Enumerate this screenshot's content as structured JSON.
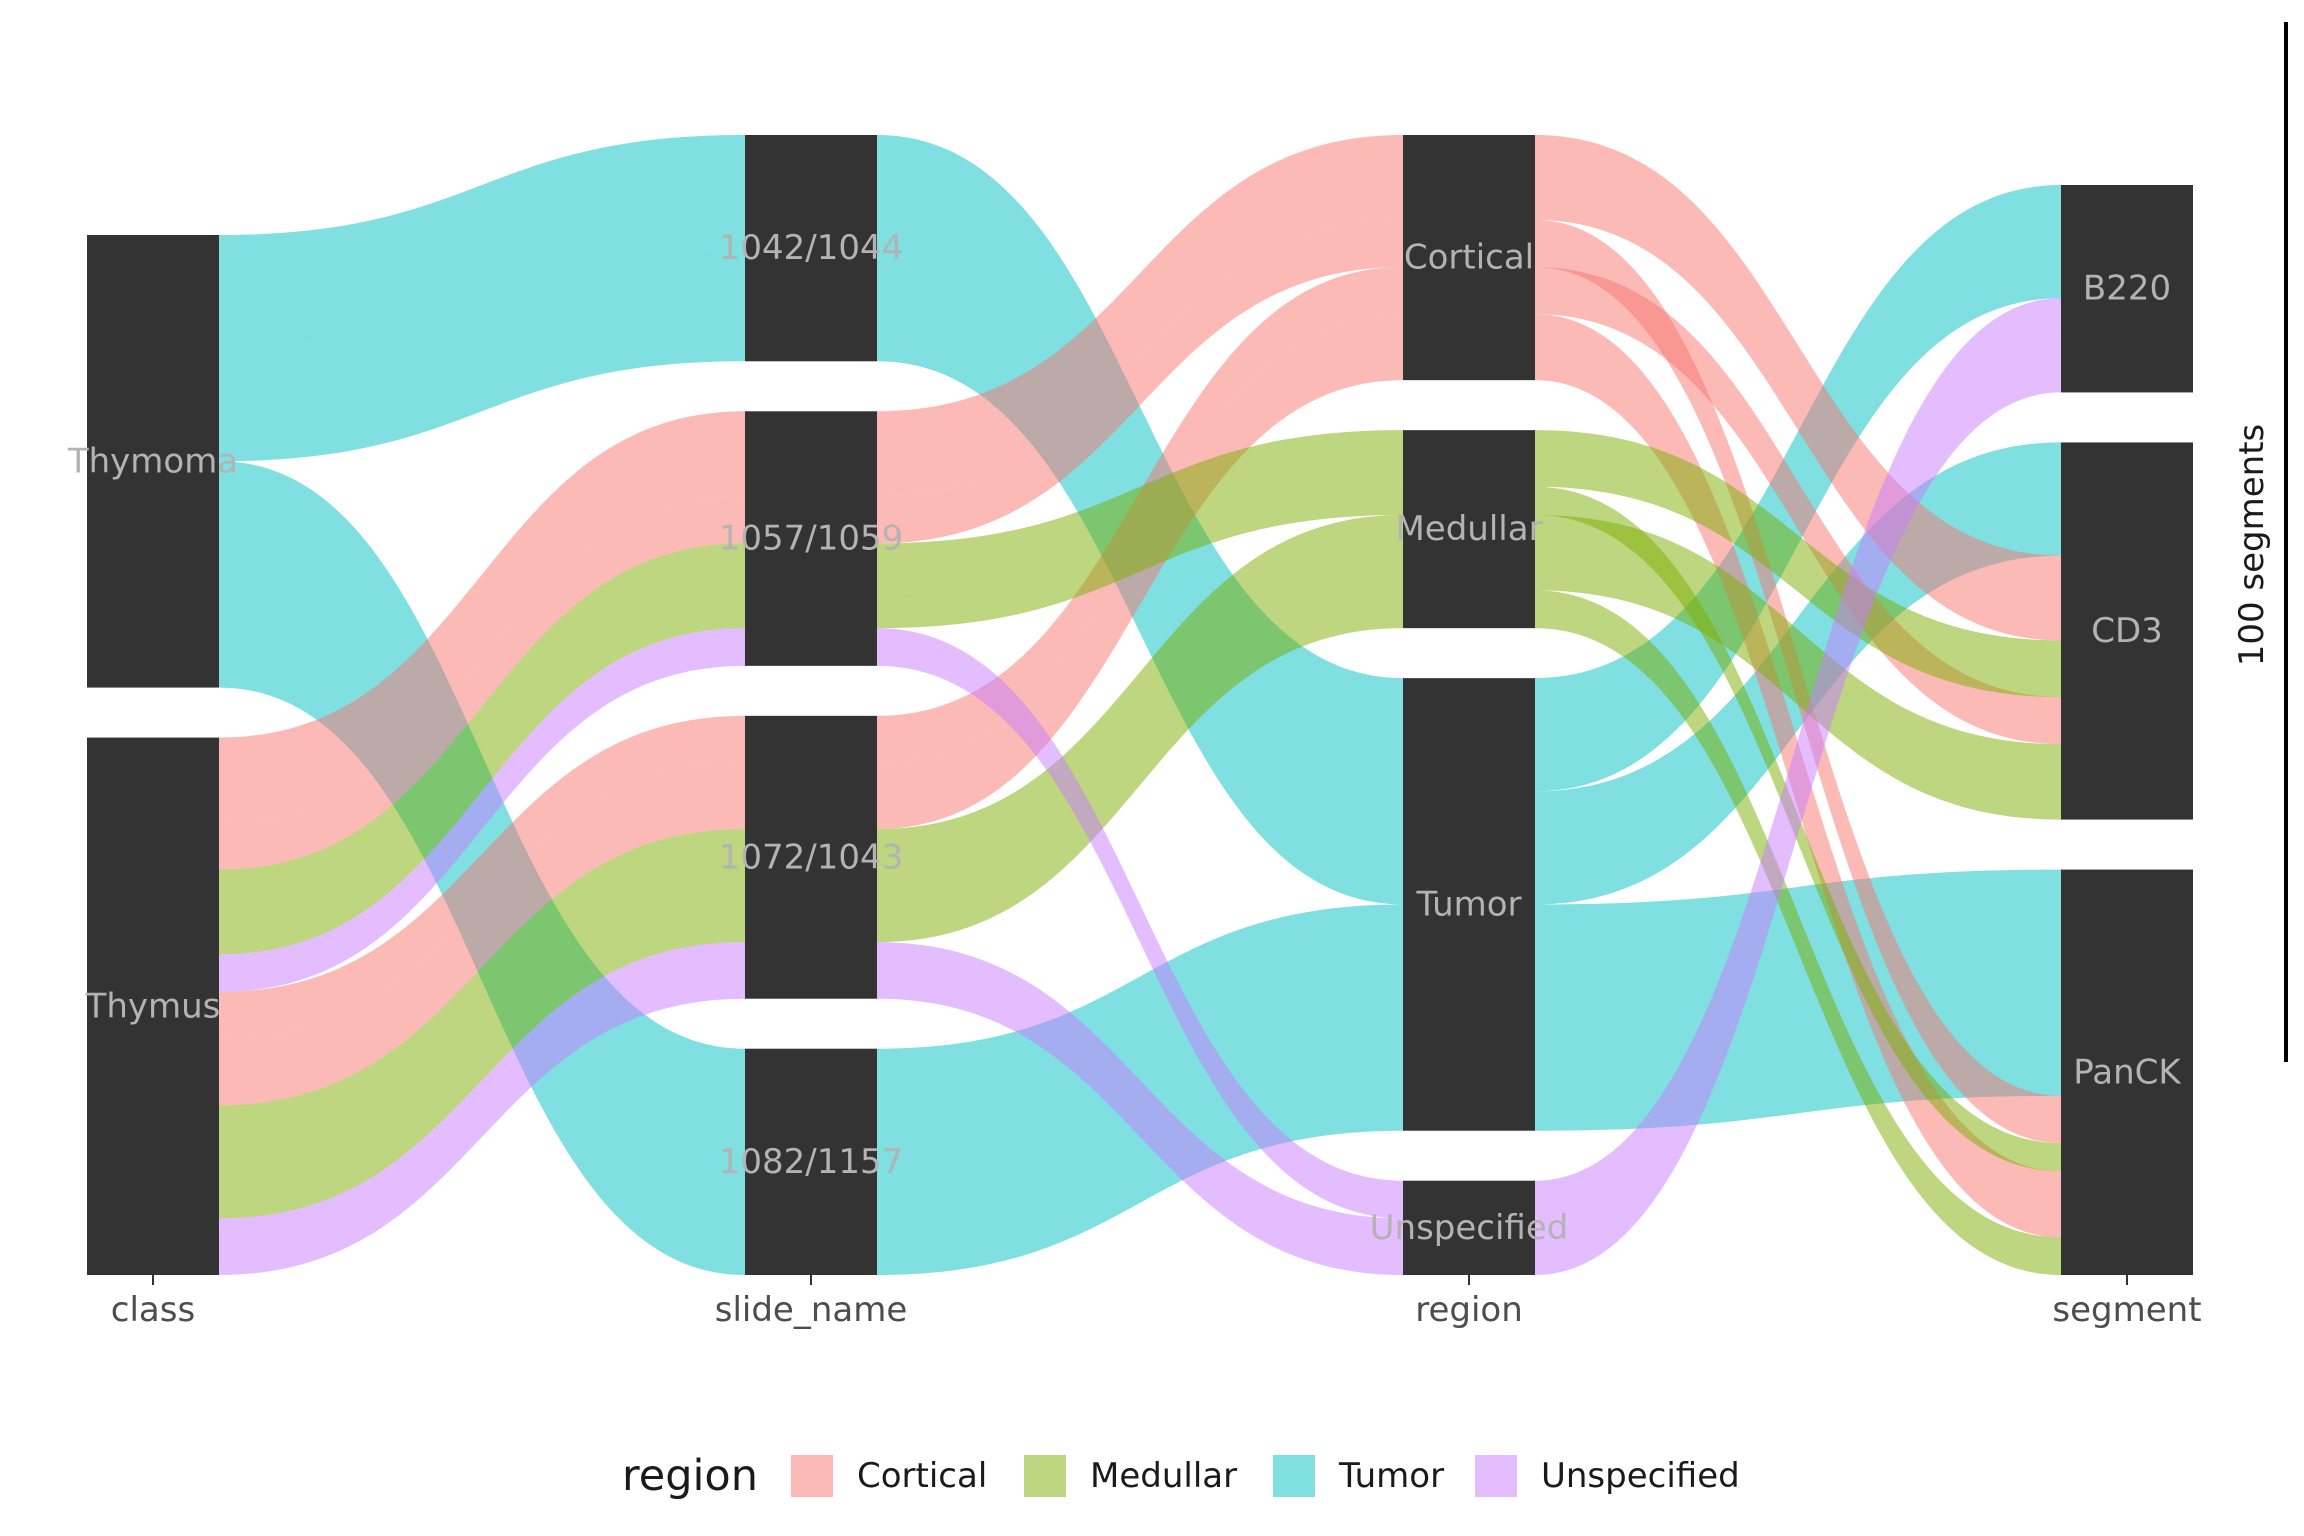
{
  "chart_data": {
    "type": "alluvial",
    "axes": [
      "class",
      "slide_name",
      "region",
      "segment"
    ],
    "fill_variable": "region",
    "colors": {
      "Cortical": "#F8766D",
      "Medullar": "#7CAE00",
      "Tumor": "#00BFC4",
      "Unspecified": "#C77CFF"
    },
    "node_color": "#333333",
    "strata": {
      "class": [
        "Thymoma",
        "Thymus"
      ],
      "slide_name": [
        "1042/1044",
        "1057/1059",
        "1072/1043",
        "1082/1157"
      ],
      "region": [
        "Cortical",
        "Medullar",
        "Tumor",
        "Unspecified"
      ],
      "segment": [
        "B220",
        "CD3",
        "PanCK"
      ]
    },
    "flows": [
      {
        "class": "Thymoma",
        "slide_name": "1042/1044",
        "region": "Tumor",
        "segment": "B220",
        "value": 12
      },
      {
        "class": "Thymoma",
        "slide_name": "1042/1044",
        "region": "Tumor",
        "segment": "CD3",
        "value": 12
      },
      {
        "class": "Thymoma",
        "slide_name": "1082/1157",
        "region": "Tumor",
        "segment": "CD3",
        "value": 0
      },
      {
        "class": "Thymoma",
        "slide_name": "1082/1157",
        "region": "Tumor",
        "segment": "PanCK",
        "value": 24
      },
      {
        "class": "Thymus",
        "slide_name": "1057/1059",
        "region": "Cortical",
        "segment": "CD3",
        "value": 9
      },
      {
        "class": "Thymus",
        "slide_name": "1057/1059",
        "region": "Cortical",
        "segment": "PanCK",
        "value": 5
      },
      {
        "class": "Thymus",
        "slide_name": "1072/1043",
        "region": "Cortical",
        "segment": "CD3",
        "value": 5
      },
      {
        "class": "Thymus",
        "slide_name": "1072/1043",
        "region": "Cortical",
        "segment": "PanCK",
        "value": 7
      },
      {
        "class": "Thymus",
        "slide_name": "1057/1059",
        "region": "Medullar",
        "segment": "CD3",
        "value": 6
      },
      {
        "class": "Thymus",
        "slide_name": "1057/1059",
        "region": "Medullar",
        "segment": "PanCK",
        "value": 3
      },
      {
        "class": "Thymus",
        "slide_name": "1072/1043",
        "region": "Medullar",
        "segment": "PanCK",
        "value": 4
      },
      {
        "class": "Thymus",
        "slide_name": "1072/1043",
        "region": "Medullar",
        "segment": "CD3",
        "value": 8
      },
      {
        "class": "Thymus",
        "slide_name": "1057/1059",
        "region": "Unspecified",
        "segment": "B220",
        "value": 4
      },
      {
        "class": "Thymus",
        "slide_name": "1072/1043",
        "region": "Unspecified",
        "segment": "B220",
        "value": 6
      }
    ],
    "scale_bar": {
      "value": 100,
      "label": "100 segments"
    },
    "legend": {
      "title": "region",
      "position": "bottom",
      "entries": [
        "Cortical",
        "Medullar",
        "Tumor",
        "Unspecified"
      ]
    },
    "grid": false
  }
}
